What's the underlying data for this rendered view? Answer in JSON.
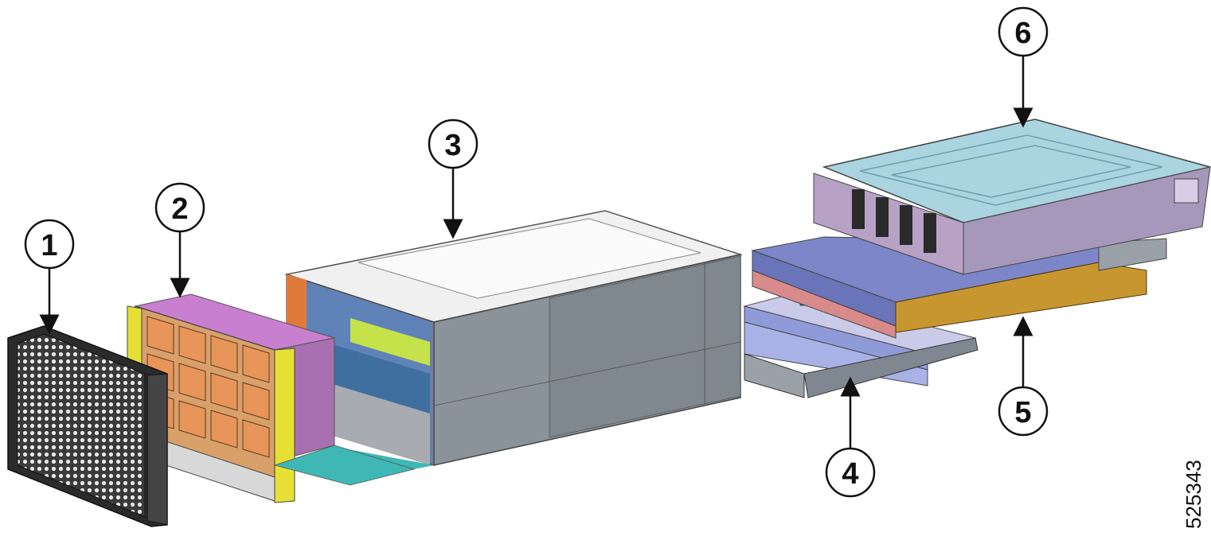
{
  "figure_id": "525343",
  "callouts": [
    {
      "number": "1"
    },
    {
      "number": "2"
    },
    {
      "number": "3"
    },
    {
      "number": "4"
    },
    {
      "number": "5"
    },
    {
      "number": "6"
    }
  ],
  "colors": {
    "bezel": "#2f2f2f",
    "fan_tray_top": "#c97fcf",
    "fan_orange": "#e69a5a",
    "chassis_gray": "#8c949c",
    "chassis_top": "#f2f2f2",
    "card_blue": "#8e9bd9",
    "card_red": "#d98a8a",
    "card_gold": "#c8962e",
    "cage_blue": "#9fcbd9",
    "cage_purple": "#b4a3c8",
    "frame_yellow": "#e6e034",
    "teal": "#3fb7b4"
  }
}
